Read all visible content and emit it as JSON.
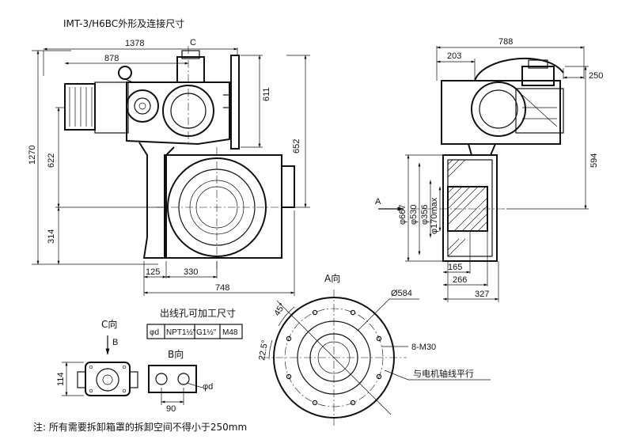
{
  "title": "IMT-3/H6BC外形及连接尺寸",
  "note": "注: 所有需要拆卸箱罩的拆卸空间不得小于250mm",
  "views": {
    "c_label": "C",
    "a_arrow_label": "A",
    "a_view_label": "A向",
    "c_view_label": "C向",
    "b_arrow_label": "B",
    "b_view_label": "B向"
  },
  "dimensions": {
    "front_total_width": "1378",
    "front_left_width": "878",
    "front_upper_height": "611",
    "front_right_height": "652",
    "front_total_height": "1270",
    "front_left_mid_height": "622",
    "front_lower_height": "314",
    "front_bottom_125": "125",
    "front_bottom_330": "330",
    "front_bottom_total": "748",
    "side_total_width": "788",
    "side_left_width": "203",
    "side_right_250": "250",
    "side_height_594": "594",
    "dia_667": "φ667",
    "dia_530": "φ530",
    "dia_356": "φ356",
    "dia_170max": "φ170max",
    "side_bottom_165": "165",
    "side_bottom_266": "266",
    "side_bottom_327": "327",
    "flange_dia": "Ø584",
    "angle_45": "45°",
    "angle_22_5": "22.5°",
    "bolts": "8-M30",
    "parallel_note": "与电机轴线平行",
    "c_view_114": "114",
    "b_view_90": "90",
    "b_view_dia": "φd"
  },
  "conduit_table": {
    "caption": "出线孔可加工尺寸",
    "cells": [
      "φd",
      "NPT1½\"",
      "G1½\"",
      "M48"
    ]
  }
}
